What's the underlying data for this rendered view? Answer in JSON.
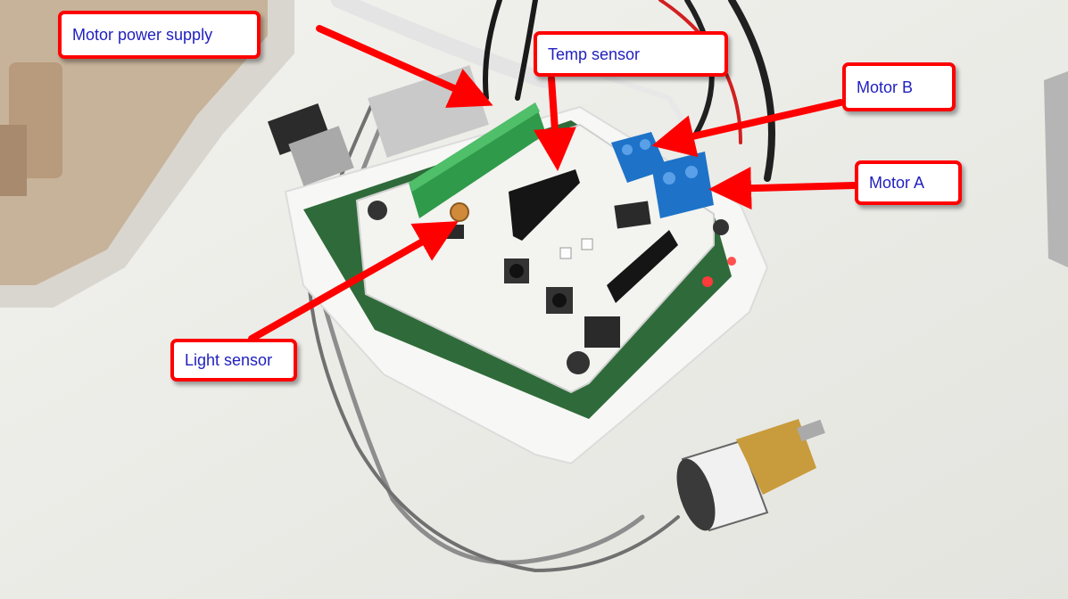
{
  "labels": {
    "motor_power_supply": "Motor power supply",
    "temp_sensor": "Temp sensor",
    "motor_b": "Motor B",
    "motor_a": "Motor A",
    "light_sensor": "Light sensor"
  },
  "colors": {
    "callout_border": "#ff0000",
    "callout_text": "#1f1fbf",
    "arrow": "#ff0000",
    "board_pcb": "#f3f3f0",
    "terminal_green": "#2f9a4a",
    "terminal_blue": "#1e73c8",
    "table": "#eeeeea"
  }
}
